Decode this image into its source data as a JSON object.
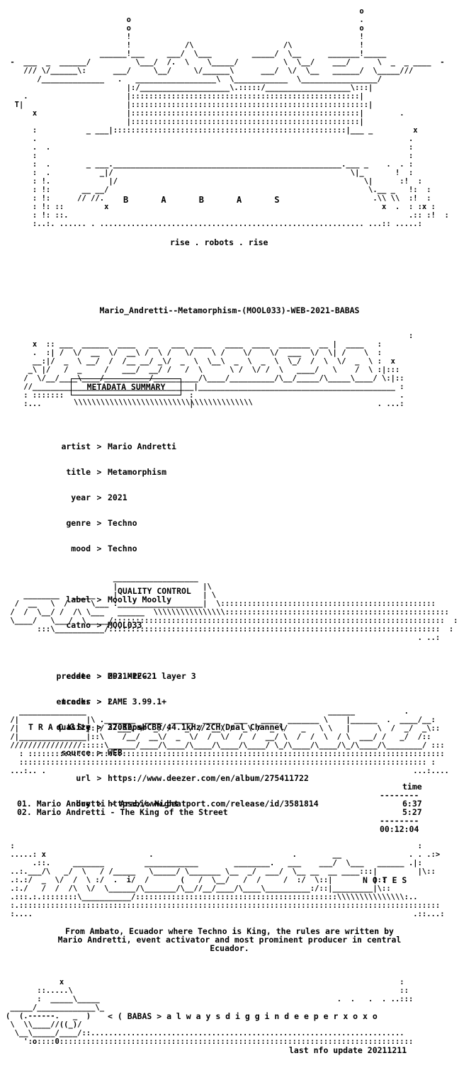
{
  "header": {
    "group_letters": "B     A     B     A     S",
    "slogan": "rise . robots . rise",
    "release_name": "Mario_Andretti--Metamorphism-(MOOL033)-WEB-2021-BABAS"
  },
  "metadata": {
    "section_title": "METADATA SUMMARY",
    "rows": [
      {
        "key": "artist",
        "value": "Mario Andretti"
      },
      {
        "key": "title",
        "value": "Metamorphism"
      },
      {
        "key": "year",
        "value": "2021"
      },
      {
        "key": "genre",
        "value": "Techno"
      },
      {
        "key": "mood",
        "value": "Techno"
      },
      {
        "key": "label",
        "value": "Moolly Moolly"
      },
      {
        "key": "catno",
        "value": "MOOL033"
      },
      {
        "key": "predate",
        "value": "2021-12-21"
      },
      {
        "key": "tracks",
        "value": "2"
      },
      {
        "key": "size",
        "value": "27.82 mb"
      },
      {
        "key": "url",
        "value": "https://www.deezer.com/en/album/275411722"
      },
      {
        "key": "buy",
        "value": "https://www.beatport.com/release/id/3581814"
      }
    ],
    "separator": ">"
  },
  "quality": {
    "section_title": "QUALITY CONTROL",
    "rows": [
      {
        "key": "codec",
        "value": "MP3 MPEG 1 layer 3"
      },
      {
        "key": "encoder",
        "value": "LAME 3.99.1+"
      },
      {
        "key": "quality",
        "value": "320Kbps/CBR/44.1kHz/2CH/Dual Channel"
      },
      {
        "key": "source",
        "value": "WEB"
      }
    ]
  },
  "tracks": {
    "section_title": "T R A C K S",
    "time_header": "time",
    "rule": "--------",
    "items": [
      {
        "line": "01. Mario Andretti - Arabic Night",
        "time": "6:37"
      },
      {
        "line": "02. Mario Andretti - The King of the Street",
        "time": "5:27"
      }
    ],
    "total": "00:12:04"
  },
  "notes": {
    "section_title": "N O T E S",
    "text": [
      "From Ambato, Ecuador where Techno is King, the rules are written by",
      "Mario Andretti, event activator and most prominent producer in central",
      "Ecuador."
    ]
  },
  "footer": {
    "tagline": "< ( BABAS > a l w a y s d i g g i n d e e p e r x o x o",
    "update": "last nfo update 20211211"
  }
}
